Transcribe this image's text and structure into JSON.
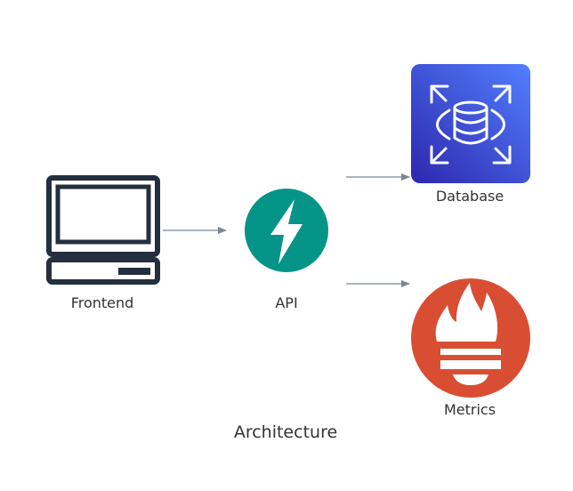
{
  "diagram": {
    "title": "Architecture",
    "nodes": {
      "frontend": {
        "label": "Frontend",
        "icon": "computer-icon"
      },
      "api": {
        "label": "API",
        "icon": "fastapi-lightning-icon",
        "color": "#059488"
      },
      "database": {
        "label": "Database",
        "icon": "aws-rds-database-icon",
        "color": "#3b48cc"
      },
      "metrics": {
        "label": "Metrics",
        "icon": "prometheus-torch-icon",
        "color": "#d94e33"
      }
    },
    "edges": [
      {
        "from": "Frontend",
        "to": "API"
      },
      {
        "from": "API",
        "to": "Database"
      },
      {
        "from": "API",
        "to": "Metrics"
      }
    ],
    "colors": {
      "edge": "#7b8894",
      "text": "#333333",
      "computer_stroke": "#232f3e"
    }
  }
}
